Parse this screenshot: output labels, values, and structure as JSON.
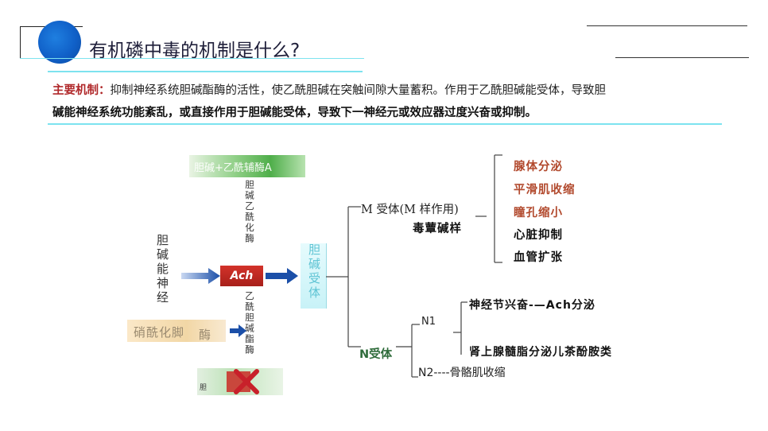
{
  "header": {
    "title": "有机磷中毒的机制是什么?"
  },
  "mechanism": {
    "label": "主要机制：",
    "line1": "抑制神经系统胆碱酯酶的活性，使乙酰胆碱在突触间隙大量蓄积。作用于乙酰胆碱能受体，导致胆",
    "line2": "碱能神经系统功能紊乱，或直接作用于胆碱能受体，导致下一神经元或效应器过度兴奋或抑制。"
  },
  "diagram": {
    "top_box": "胆碱+乙酰辅酶A",
    "enzyme_top": "胆碱乙酰化酶",
    "neuron": "胆碱能神经",
    "ach": "Ach",
    "enzyme_bottom": "乙酰胆碱酯酶",
    "receptor": "胆碱受体",
    "pesticide": "硝酰化脚",
    "pesticide_suffix": "酶",
    "blocked_label": "胆",
    "m_receptor": "M 受体(M  样作用)",
    "m_sub": "毒蕈碱样",
    "m_effects": [
      {
        "text": "腺体分泌",
        "color": "#b24a2e"
      },
      {
        "text": "平滑肌收缩",
        "color": "#b24a2e"
      },
      {
        "text": "瞳孔缩小",
        "color": "#b24a2e"
      },
      {
        "text": "心脏抑制",
        "color": "#111111"
      },
      {
        "text": "血管扩张",
        "color": "#111111"
      }
    ],
    "n_receptor": "N受体",
    "n1": "N1",
    "n1_effect_1": "神经节兴奋-—Ach分泌",
    "n1_effect_2": "肾上腺髓脂分泌儿茶酚胺类",
    "n2": "N2----骨骼肌收缩"
  },
  "colors": {
    "accent_cyan": "#7de3ef",
    "logo_blue": "#1060c8",
    "highlight_red": "#b0282a",
    "arrow_blue": "#1b4fa8"
  }
}
